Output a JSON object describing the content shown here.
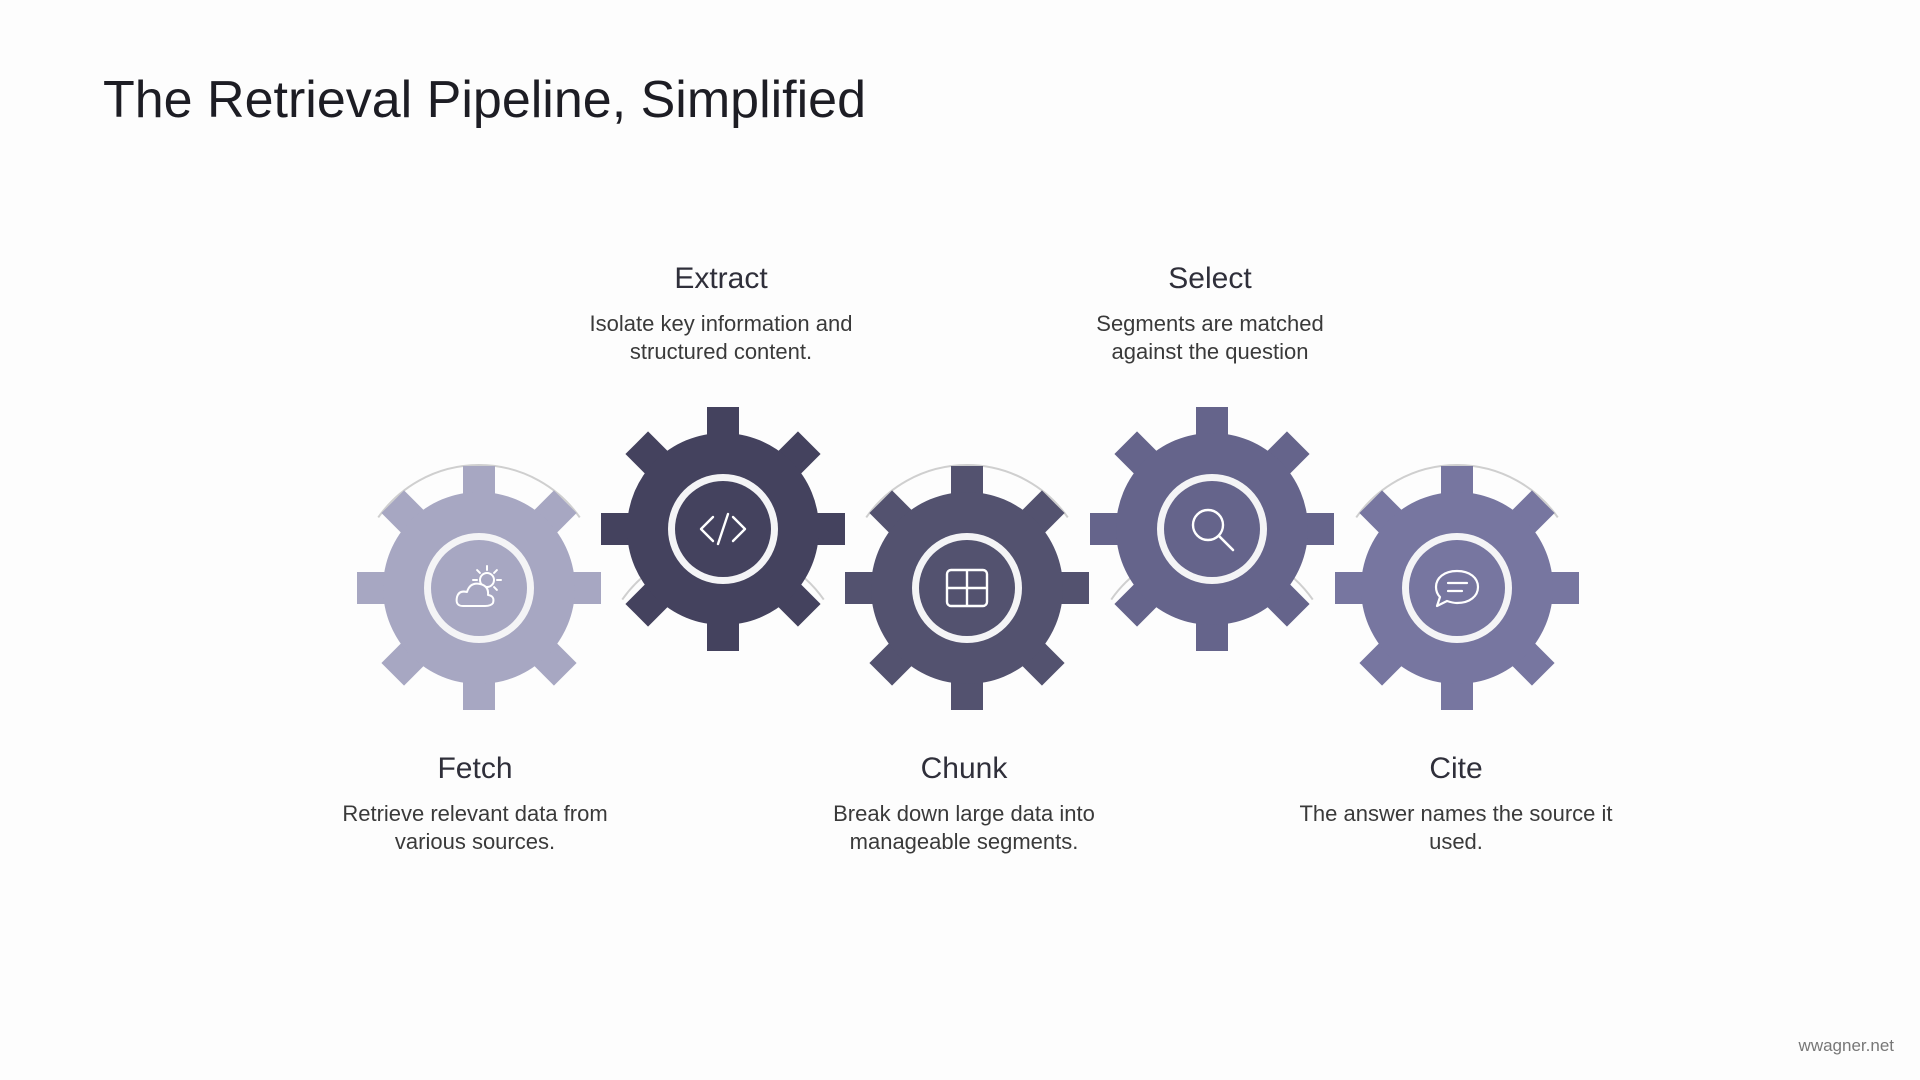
{
  "slide": {
    "title": "The Retrieval Pipeline, Simplified",
    "footer": "wwagner.net"
  },
  "steps": [
    {
      "title": "Fetch",
      "description": "Retrieve relevant data from various sources.",
      "icon": "cloud-sun-icon",
      "color": "#a7a7c2",
      "label_position": "below"
    },
    {
      "title": "Extract",
      "description": "Isolate key information and structured content.",
      "icon": "code-icon",
      "color": "#44425e",
      "label_position": "above"
    },
    {
      "title": "Chunk",
      "description": "Break down large data into manageable segments.",
      "icon": "grid-icon",
      "color": "#53526f",
      "label_position": "below"
    },
    {
      "title": "Select",
      "description": "Segments are matched against the question",
      "icon": "search-icon",
      "color": "#65648b",
      "label_position": "above"
    },
    {
      "title": "Cite",
      "description": "The answer names the source it used.",
      "icon": "chat-bubble-icon",
      "color": "#7776a0",
      "label_position": "below"
    }
  ]
}
